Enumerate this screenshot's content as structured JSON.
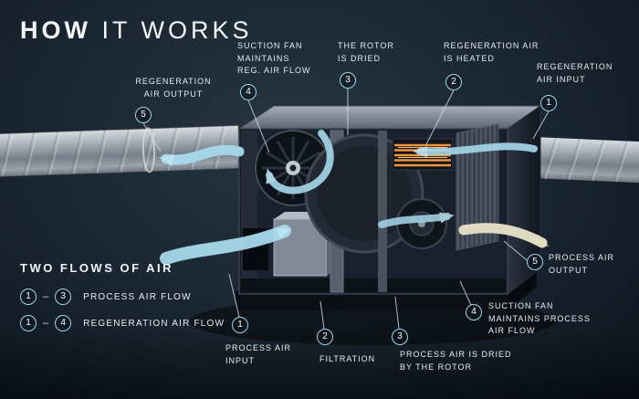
{
  "title": {
    "word1": "HOW",
    "word2": "IT WORKS"
  },
  "callouts": {
    "regen_output": {
      "num": "5",
      "text": "REGENERATION\nAIR OUTPUT"
    },
    "suction_reg": {
      "num": "4",
      "text": "SUCTION FAN\nMAINTAINS\nREG. AIR FLOW"
    },
    "rotor_dried": {
      "num": "3",
      "text": "THE ROTOR\nIS DRIED"
    },
    "regen_heated": {
      "num": "2",
      "text": "REGENERATION AIR\nIS HEATED"
    },
    "regen_input": {
      "num": "1",
      "text": "REGENERATION\nAIR INPUT"
    },
    "process_output": {
      "num": "5",
      "text": "PROCESS AIR\nOUTPUT"
    },
    "suction_process": {
      "num": "4",
      "text": "SUCTION FAN\nMAINTAINS PROCESS\nAIR FLOW"
    },
    "process_dried": {
      "num": "3",
      "text": "PROCESS AIR IS DRIED\nBY THE ROTOR"
    },
    "filtration": {
      "num": "2",
      "text": "FILTRATION"
    },
    "process_input": {
      "num": "1",
      "text": "PROCESS AIR\nINPUT"
    }
  },
  "legend": {
    "title": "TWO FLOWS OF AIR",
    "rows": [
      {
        "from": "1",
        "to": "3",
        "dash": "–",
        "label": "PROCESS AIR FLOW"
      },
      {
        "from": "1",
        "to": "4",
        "dash": "–",
        "label": "REGENERATION AIR FLOW"
      }
    ]
  },
  "colors": {
    "background": "#1b2833",
    "accent_ring": "#9fd6e8",
    "flow_blue": "#a7d9ec",
    "flow_cream": "#e9e4c9",
    "heater_orange": "#ef9440"
  }
}
